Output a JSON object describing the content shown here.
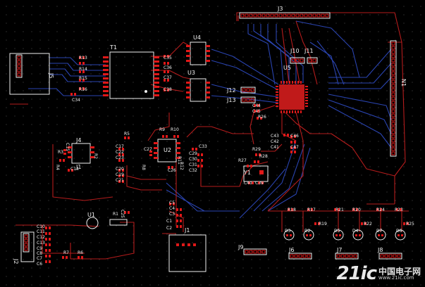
{
  "colors": {
    "pad": "#e01818",
    "top": "#b51c1c",
    "bottom": "#2a44b0",
    "silk": "#f0f0f0",
    "outline": "#c41414",
    "ic": "#c01a1a"
  },
  "labels": [
    {
      "t": "J3"
    },
    {
      "t": "T1"
    },
    {
      "t": "R13"
    },
    {
      "t": "R14"
    },
    {
      "t": "R15"
    },
    {
      "t": "R16"
    },
    {
      "t": "J5"
    },
    {
      "t": "C34"
    },
    {
      "t": "C35"
    },
    {
      "t": "C36"
    },
    {
      "t": "C37"
    },
    {
      "t": "C38"
    },
    {
      "t": "U4"
    },
    {
      "t": "U3"
    },
    {
      "t": "J10"
    },
    {
      "t": "J11"
    },
    {
      "t": "U5"
    },
    {
      "t": "J12"
    },
    {
      "t": "J13"
    },
    {
      "t": "R26"
    },
    {
      "t": "C44"
    },
    {
      "t": "C45"
    },
    {
      "t": "J4"
    },
    {
      "t": "J1"
    },
    {
      "t": "R5"
    },
    {
      "t": "R3"
    },
    {
      "t": "C15"
    },
    {
      "t": "R4"
    },
    {
      "t": "C14"
    },
    {
      "t": "R2"
    },
    {
      "t": "C17"
    },
    {
      "t": "C22"
    },
    {
      "t": "C23"
    },
    {
      "t": "C20"
    },
    {
      "t": "C19"
    },
    {
      "t": "C21"
    },
    {
      "t": "R9"
    },
    {
      "t": "R10"
    },
    {
      "t": "C27"
    },
    {
      "t": "R8"
    },
    {
      "t": "U2"
    },
    {
      "t": "R11"
    },
    {
      "t": "R12"
    },
    {
      "t": "C26"
    },
    {
      "t": "C33"
    },
    {
      "t": "C29"
    },
    {
      "t": "C30"
    },
    {
      "t": "C31"
    },
    {
      "t": "C32"
    },
    {
      "t": "C43"
    },
    {
      "t": "C46"
    },
    {
      "t": "C42"
    },
    {
      "t": "C41"
    },
    {
      "t": "C47"
    },
    {
      "t": "R29"
    },
    {
      "t": "R28"
    },
    {
      "t": "R27"
    },
    {
      "t": "Y1"
    },
    {
      "t": "C40"
    },
    {
      "t": "C39"
    },
    {
      "t": "C25"
    },
    {
      "t": "R1"
    },
    {
      "t": "U1"
    },
    {
      "t": "C5"
    },
    {
      "t": "C4"
    },
    {
      "t": "C3"
    },
    {
      "t": "C1"
    },
    {
      "t": "C2"
    },
    {
      "t": "J1"
    },
    {
      "t": "C10"
    },
    {
      "t": "C11"
    },
    {
      "t": "C12"
    },
    {
      "t": "C13"
    },
    {
      "t": "J2"
    },
    {
      "t": "C9"
    },
    {
      "t": "C8"
    },
    {
      "t": "C7"
    },
    {
      "t": "C6"
    },
    {
      "t": "R7"
    },
    {
      "t": "R6"
    },
    {
      "t": "R18"
    },
    {
      "t": "R17"
    },
    {
      "t": "R21"
    },
    {
      "t": "R20"
    },
    {
      "t": "R24"
    },
    {
      "t": "R23"
    },
    {
      "t": "R19"
    },
    {
      "t": "R22"
    },
    {
      "t": "R25"
    },
    {
      "t": "D3"
    },
    {
      "t": "D2"
    },
    {
      "t": "D5"
    },
    {
      "t": "D4"
    },
    {
      "t": "D7"
    },
    {
      "t": "D6"
    },
    {
      "t": "J9"
    },
    {
      "t": "J6"
    },
    {
      "t": "J7"
    },
    {
      "t": "J8"
    }
  ],
  "watermark": {
    "num": "21ic",
    "cn": "中国电子网",
    "url": "www.21ic.com"
  }
}
